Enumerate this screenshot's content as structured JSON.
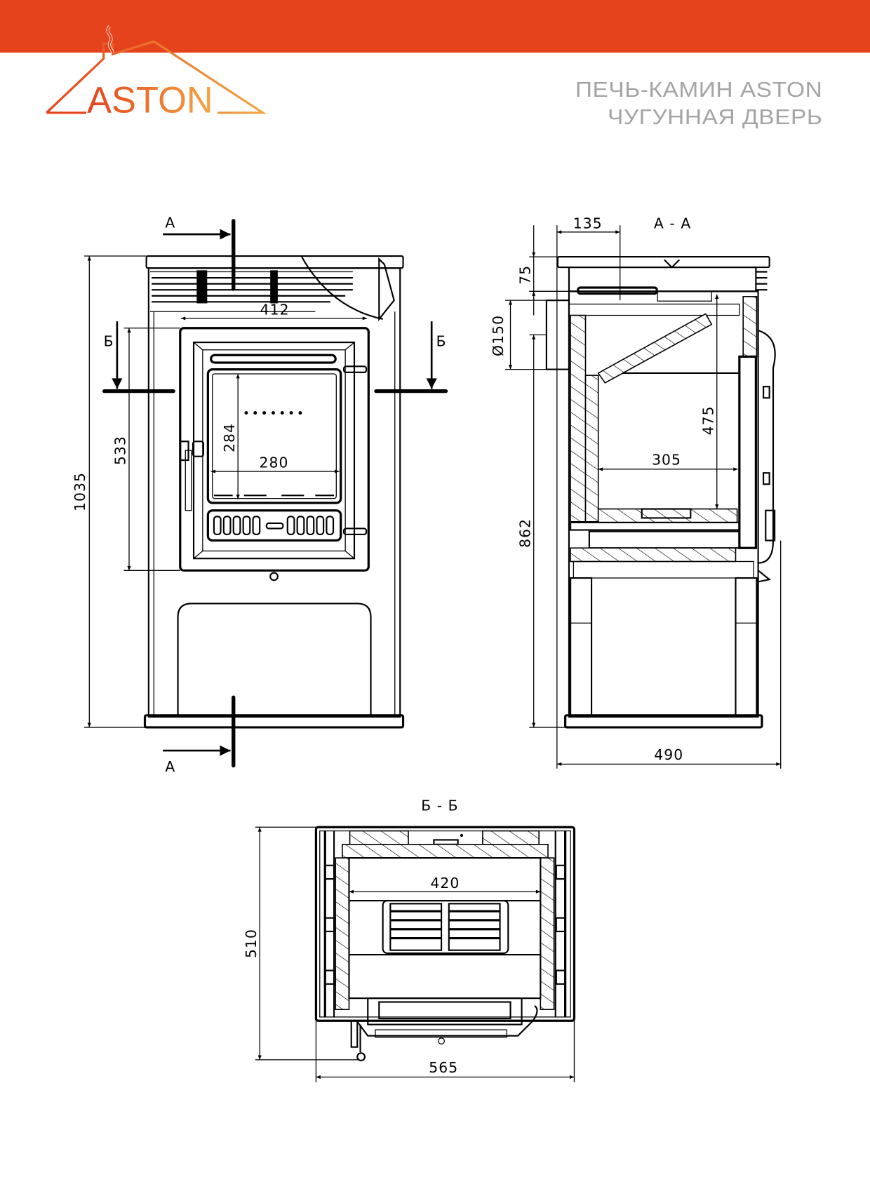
{
  "header": {
    "brand_color": "#e5431b",
    "logo_text": "ASTON",
    "title_line1": "ПЕЧЬ-КАМИН ASTON",
    "title_line2": "ЧУГУННАЯ ДВЕРЬ"
  },
  "front_view": {
    "section_a_top": "А",
    "section_a_bottom": "А",
    "section_b_left": "Б",
    "section_b_right": "Б",
    "dim_height_total": "1035",
    "dim_door_height": "533",
    "dim_door_width": "412",
    "dim_glass_height": "284",
    "dim_glass_width": "280"
  },
  "side_section": {
    "title": "А - А",
    "dim_flue_offset": "135",
    "dim_top": "75",
    "dim_flue_diameter": "Ø150",
    "dim_flue_height": "862",
    "dim_firebox_height": "475",
    "dim_firebox_depth": "305",
    "dim_depth_total": "490"
  },
  "plan_section": {
    "title": "Б - Б",
    "dim_firebox_width": "420",
    "dim_depth": "510",
    "dim_width_total": "565"
  }
}
